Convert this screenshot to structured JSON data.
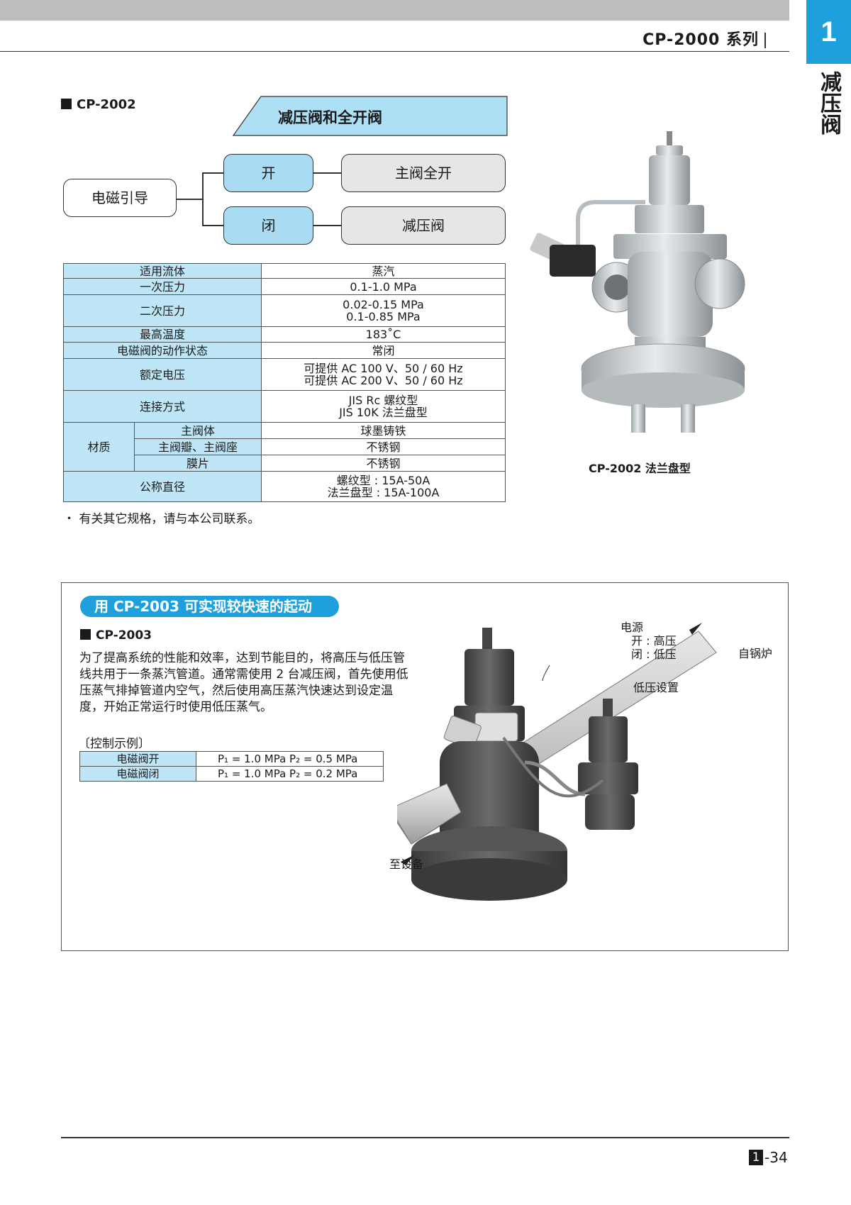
{
  "header": {
    "series": "CP-2000 系列",
    "chapter_number": "1",
    "chapter_title": "减压阀"
  },
  "section1": {
    "model": "CP-2002",
    "banner": "减压阀和全开阀",
    "diagram": {
      "source": "电磁引导",
      "open": "开",
      "open_result": "主阀全开",
      "closed": "闭",
      "closed_result": "减压阀"
    },
    "spec_table": {
      "fluid": {
        "label": "适用流体",
        "value": "蒸汽"
      },
      "primary_pressure": {
        "label": "一次压力",
        "value": "0.1-1.0 MPa"
      },
      "secondary_pressure": {
        "label": "二次压力",
        "value_1": "0.02-0.15 MPa",
        "value_2": "0.1-0.85 MPa"
      },
      "max_temp": {
        "label": "最高温度",
        "value": "183˚C"
      },
      "solenoid_state": {
        "label": "电磁阀的动作状态",
        "value": "常闭"
      },
      "rated_voltage": {
        "label": "额定电压",
        "value_1": "可提供 AC 100 V、50 / 60 Hz",
        "value_2": "可提供 AC 200 V、50 / 60 Hz"
      },
      "connection": {
        "label": "连接方式",
        "value_1": "JIS Rc 螺纹型",
        "value_2": "JIS 10K 法兰盘型"
      },
      "material": {
        "label": "材质",
        "body": {
          "label": "主阀体",
          "value": "球墨铸铁"
        },
        "disc_seat": {
          "label": "主阀瓣、主阀座",
          "value": "不锈钢"
        },
        "diaphragm": {
          "label": "膜片",
          "value": "不锈钢"
        }
      },
      "nominal_size": {
        "label": "公称直径",
        "value_1": "螺纹型 : 15A-50A",
        "value_2": "法兰盘型 : 15A-100A"
      }
    },
    "note": "・ 有关其它规格，请与本公司联系。",
    "photo_caption": "CP-2002 法兰盘型"
  },
  "section2": {
    "pill": "用 CP-2003 可实现较快速的起动",
    "model": "CP-2003",
    "paragraph": "为了提高系统的性能和效率，达到节能目的，将高压与低压管线共用于一条蒸汽管道。通常需使用 2 台减压阀，首先使用低压蒸气排掉管道内空气，然后使用高压蒸汽快速达到设定温度，开始正常运行时使用低压蒸气。",
    "control_title": "〔控制示例〕",
    "control_rows": [
      {
        "label": "电磁阀开",
        "value": "P₁ = 1.0 MPa  P₂ = 0.5 MPa"
      },
      {
        "label": "电磁阀闭",
        "value": "P₁ = 1.0 MPa  P₂ = 0.2 MPa"
      }
    ],
    "diagram_labels": {
      "power": "电源",
      "power_open": "开 : 高压",
      "power_closed": "闭 : 低压",
      "from_boiler": "自锅炉",
      "low_pressure_setting": "低压设置",
      "to_equipment": "至设备"
    }
  },
  "footer": {
    "chapter": "1",
    "page": "-34"
  }
}
